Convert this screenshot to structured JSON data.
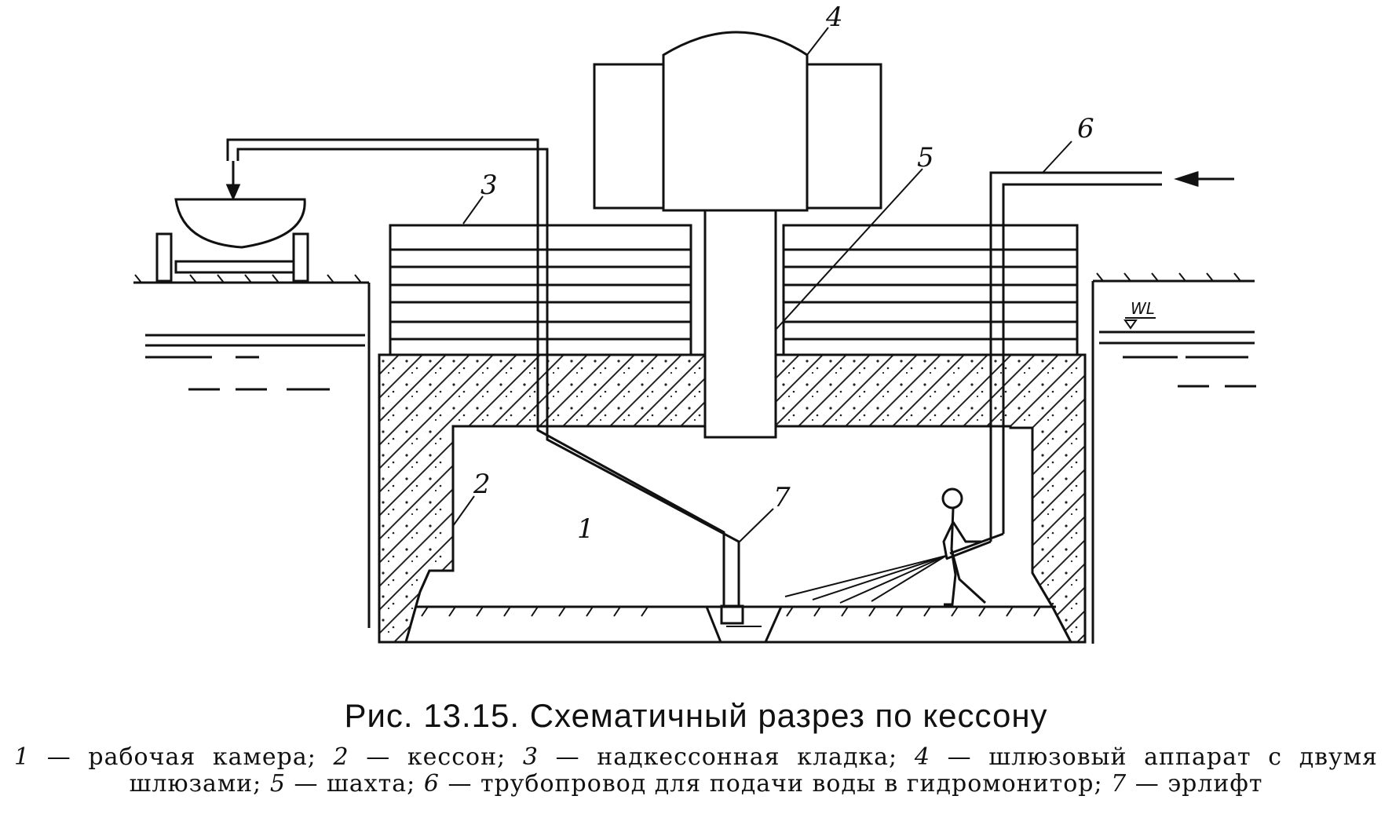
{
  "figure": {
    "labels": {
      "n1": "1",
      "n2": "2",
      "n3": "3",
      "n4": "4",
      "n5": "5",
      "n6": "6",
      "n7": "7",
      "wl": "WL"
    }
  },
  "caption": "Рис. 13.15. Схематичный разрез по кессону",
  "legend": [
    {
      "num": "1",
      "text": " — рабочая камера; "
    },
    {
      "num": "2",
      "text": " — кессон; "
    },
    {
      "num": "3",
      "text": " — надкессонная кладка; "
    },
    {
      "num": "4",
      "text": " — шлюзовый аппарат с двумя шлюзами; "
    },
    {
      "num": "5",
      "text": " — шахта; "
    },
    {
      "num": "6",
      "text": " — трубопровод для подачи воды в гидромонитор; "
    },
    {
      "num": "7",
      "text": " — эрлифт"
    }
  ]
}
